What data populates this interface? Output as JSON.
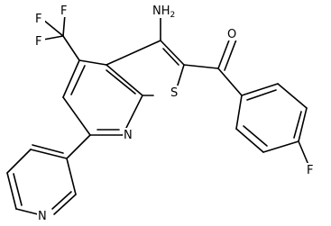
{
  "molecule": {
    "atoms": {
      "nh2": "NH₂",
      "nh2_main": "NH",
      "nh2_sub": "2",
      "oxygen": "O",
      "sulfur": "S",
      "n_ring": "N",
      "n_pyridine": "N",
      "fluoro": "F",
      "cf3_f1": "F",
      "cf3_f2": "F",
      "cf3_f3": "F"
    }
  }
}
